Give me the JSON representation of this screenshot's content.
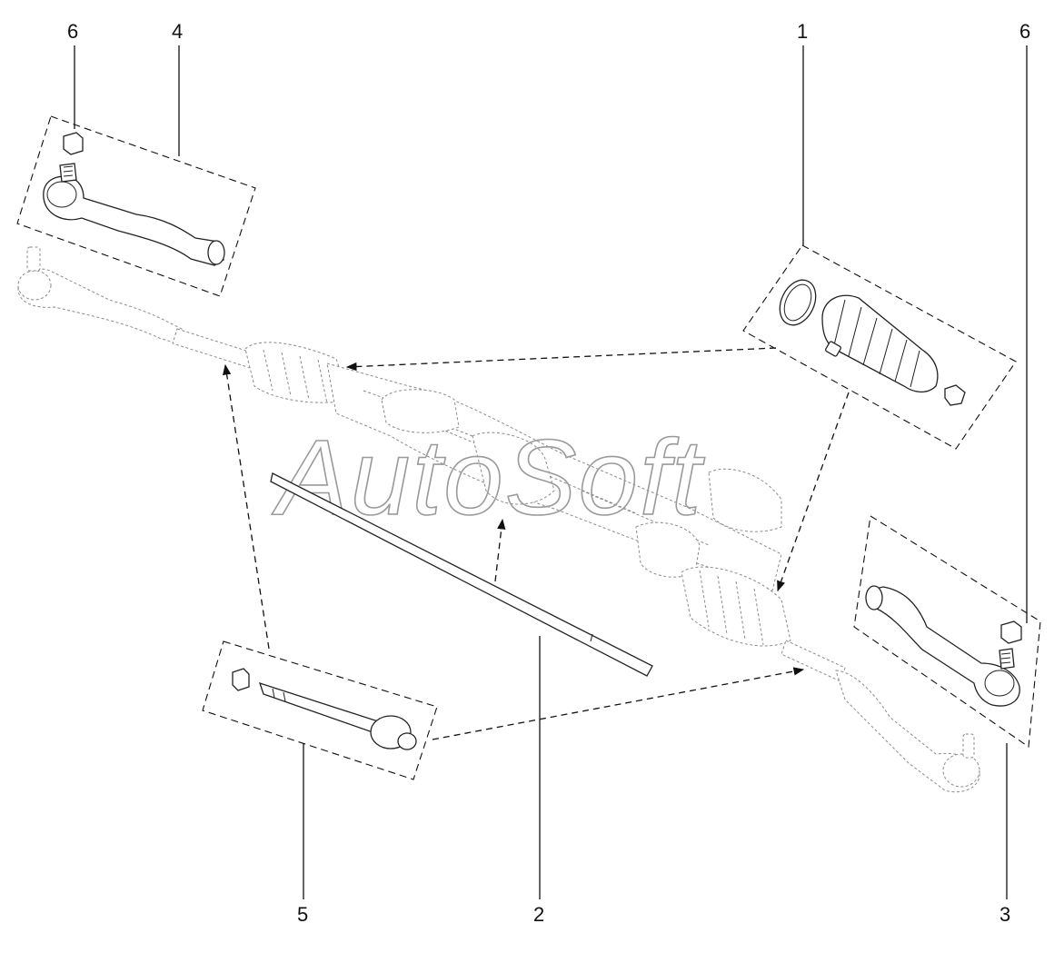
{
  "callouts": {
    "c1": "1",
    "c2": "2",
    "c3": "3",
    "c4": "4",
    "c5": "5",
    "c6_left": "6",
    "c6_right": "6"
  },
  "watermark": {
    "text": "AutoSoft"
  },
  "colors": {
    "line": "#111111",
    "ghost": "#8a8a8a",
    "background": "#ffffff"
  }
}
